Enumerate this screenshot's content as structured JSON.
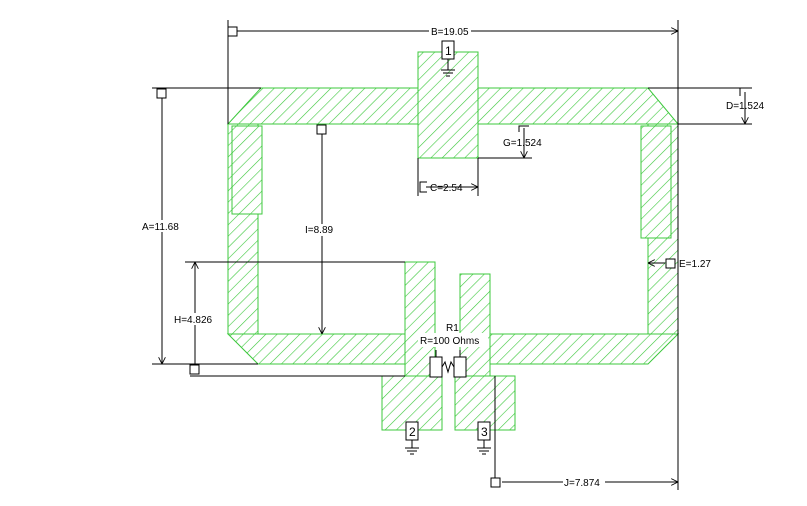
{
  "colors": {
    "copper": "#3cc83c",
    "line": "#000000",
    "background": "#ffffff"
  },
  "dimensions": {
    "A": "A=11.68",
    "B": "B=19.05",
    "C": "C=2.54",
    "D": "D=1.524",
    "E": "E=1.27",
    "G": "G=1.524",
    "H": "H=4.826",
    "I": "I=8.89",
    "J": "J=7.874"
  },
  "ports": {
    "p1": "1",
    "p2": "2",
    "p3": "3"
  },
  "resistor": {
    "name": "R1",
    "value": "R=100 Ohms"
  }
}
